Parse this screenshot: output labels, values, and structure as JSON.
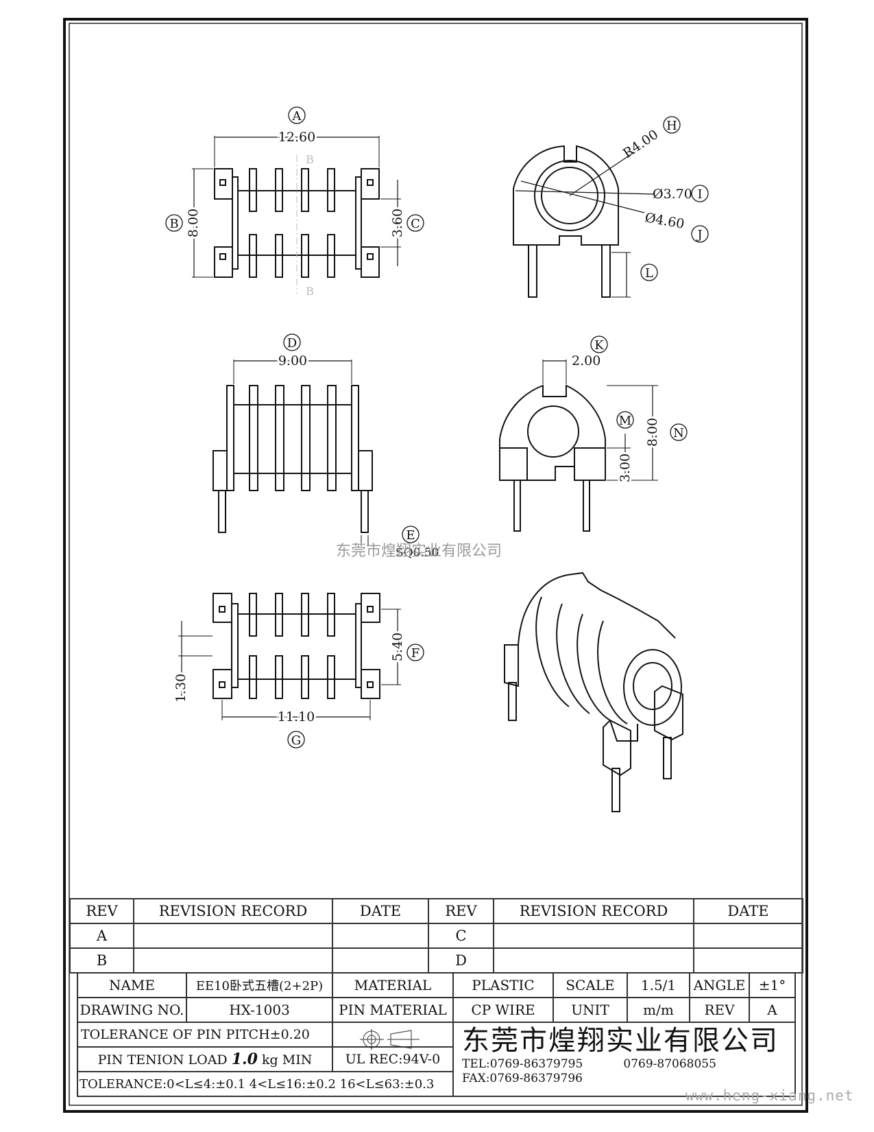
{
  "drawing": {
    "top_view": {
      "callout": "A",
      "width_label": "12.60",
      "height_label": "8.00",
      "height_callout": "B",
      "gap_label": "3.60",
      "gap_callout": "C",
      "section_mark_top": "B",
      "section_mark_bottom": "B"
    },
    "end_view_top": {
      "radius_label": "R4.00",
      "radius_callout": "H",
      "inner_dia_label": "Ø3.70",
      "inner_dia_callout": "I",
      "outer_dia_label": "Ø4.60",
      "outer_dia_callout": "J",
      "pin_length_callout": "L"
    },
    "side_view": {
      "callout": "D",
      "width_label": "9.00",
      "pin_callout": "E",
      "pin_label": "SQ0.50"
    },
    "end_view_bottom": {
      "slot_callout": "K",
      "slot_label": "2.00",
      "height_label": "8.00",
      "height_callout": "N",
      "base_label": "3.00",
      "base_callout": "M"
    },
    "bottom_view": {
      "row_gap_label": "5.40",
      "row_gap_callout": "F",
      "pitch_label": "1.30",
      "width_label": "11.10",
      "width_callout": "G"
    }
  },
  "watermark": "东莞市煌翔实业有限公司",
  "revision_table": {
    "headers": [
      "REV",
      "REVISION RECORD",
      "DATE",
      "REV",
      "REVISION RECORD",
      "DATE"
    ],
    "rows": [
      [
        "A",
        "",
        "",
        "C",
        "",
        ""
      ],
      [
        "B",
        "",
        "",
        "D",
        "",
        ""
      ]
    ]
  },
  "title_block": {
    "name_label": "NAME",
    "name_value": "EE10卧式五槽(2+2P)",
    "material_label": "MATERIAL",
    "material_value": "PLASTIC",
    "scale_label": "SCALE",
    "scale_value": "1.5/1",
    "angle_label": "ANGLE",
    "angle_value": "±1°",
    "drawing_no_label": "DRAWING NO.",
    "drawing_no_value": "HX-1003",
    "pin_material_label": "PIN MATERIAL",
    "pin_material_value": "CP WIRE",
    "unit_label": "UNIT",
    "unit_value": "m/m",
    "rev_label": "REV",
    "rev_value": "A",
    "tolerance_pitch": "TOLERANCE OF PIN PITCH±0.20",
    "pin_tenion_prefix": "PIN TENION LOAD",
    "pin_tenion_value": "1.0",
    "pin_tenion_suffix": "kg MIN",
    "ul_rec": "UL REC:94V-0",
    "tolerance_general": "TOLERANCE:0<L≤4:±0.1  4<L≤16:±0.2  16<L≤63:±0.3",
    "company": "东莞市煌翔实业有限公司",
    "tel_label": "TEL:0769-86379795",
    "tel2": "0769-87068055",
    "fax_label": "FAX:0769-86379796"
  },
  "website": "www.heng-xiang.net"
}
